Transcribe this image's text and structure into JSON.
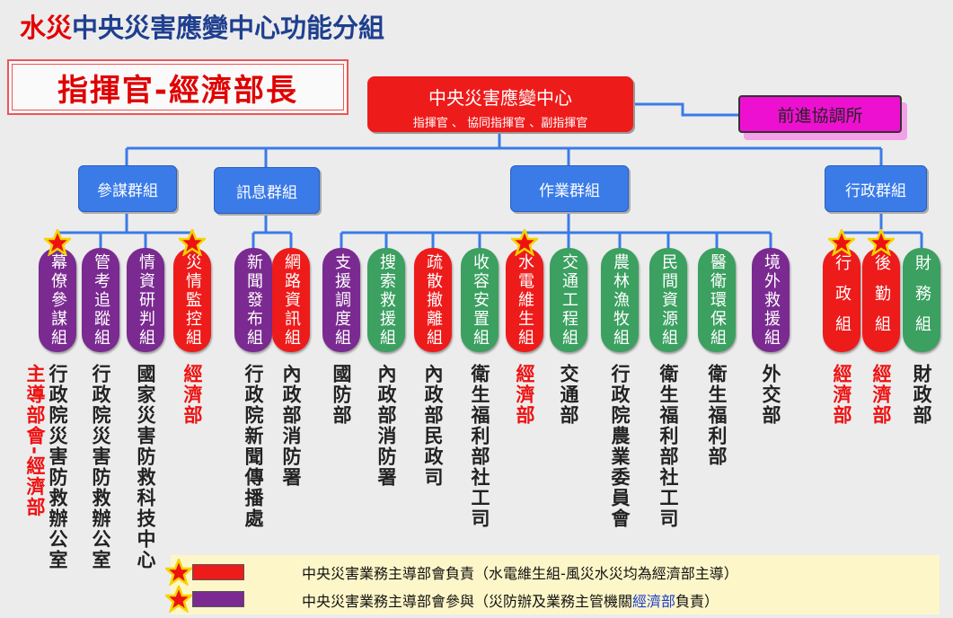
{
  "title_red": "水災",
  "title_rest": "中央災害應變中心功能分組",
  "subtitle": "指揮官-經濟部長",
  "center": {
    "title": "中央災害應變中心",
    "subtitle": "指揮官 、 協同指揮官 、副指揮官"
  },
  "forward_post": "前進協調所",
  "groups": [
    {
      "label": "參謀群組"
    },
    {
      "label": "訊息群組"
    },
    {
      "label": "作業群組"
    },
    {
      "label": "行政群組"
    }
  ],
  "units": [
    {
      "label": "幕僚參謀組",
      "color": "purple",
      "star": true,
      "dept": "行政院災害防救辦公室",
      "lead": "主導部會-經濟部"
    },
    {
      "label": "管考追蹤組",
      "color": "purple",
      "star": false,
      "dept": "行政院災害防救辦公室"
    },
    {
      "label": "情資研判組",
      "color": "purple",
      "star": false,
      "dept": "國家災害防救科技中心"
    },
    {
      "label": "災情監控組",
      "color": "red",
      "star": true,
      "dept": "經濟部",
      "dept_red": true
    },
    {
      "label": "新聞發布組",
      "color": "purple",
      "star": false,
      "dept": "行政院新聞傳播處"
    },
    {
      "label": "網路資訊組",
      "color": "red",
      "star": false,
      "dept": "內政部消防署"
    },
    {
      "label": "支援調度組",
      "color": "purple",
      "star": false,
      "dept": "國防部"
    },
    {
      "label": "搜索救援組",
      "color": "green",
      "star": false,
      "dept": "內政部消防署"
    },
    {
      "label": "疏散撤離組",
      "color": "red",
      "star": false,
      "dept": "內政部民政司"
    },
    {
      "label": "收容安置組",
      "color": "green",
      "star": false,
      "dept": "衛生福利部社工司"
    },
    {
      "label": "水電維生組",
      "color": "red",
      "star": true,
      "dept": "經濟部",
      "dept_red": true
    },
    {
      "label": "交通工程組",
      "color": "green",
      "star": false,
      "dept": "交通部"
    },
    {
      "label": "農林漁牧組",
      "color": "green",
      "star": false,
      "dept": "行政院農業委員會"
    },
    {
      "label": "民間資源組",
      "color": "green",
      "star": false,
      "dept": "衛生福利部社工司"
    },
    {
      "label": "醫衛環保組",
      "color": "green",
      "star": false,
      "dept": "衛生福利部"
    },
    {
      "label": "境外救援組",
      "color": "purple",
      "star": false,
      "dept": "外交部"
    },
    {
      "label": "行政組",
      "color": "red",
      "star": true,
      "dept": "經濟部",
      "dept_red": true
    },
    {
      "label": "後勤組",
      "color": "red",
      "star": true,
      "dept": "經濟部",
      "dept_red": true
    },
    {
      "label": "財務組",
      "color": "green",
      "star": false,
      "dept": "財政部"
    }
  ],
  "legend": {
    "line1": "中央災害業務主導部會負責（水電維生組-風災水災均為經濟部主導）",
    "line2_a": "中央災害業務主導部會參與（災防辦及業務主管機關",
    "line2_b": "經濟部",
    "line2_c": "負責）"
  },
  "colors": {
    "red": "#ee1b1b",
    "purple": "#7a2a90",
    "green": "#3ba060",
    "blue": "#3a7be8",
    "line": "#3a7be8"
  }
}
